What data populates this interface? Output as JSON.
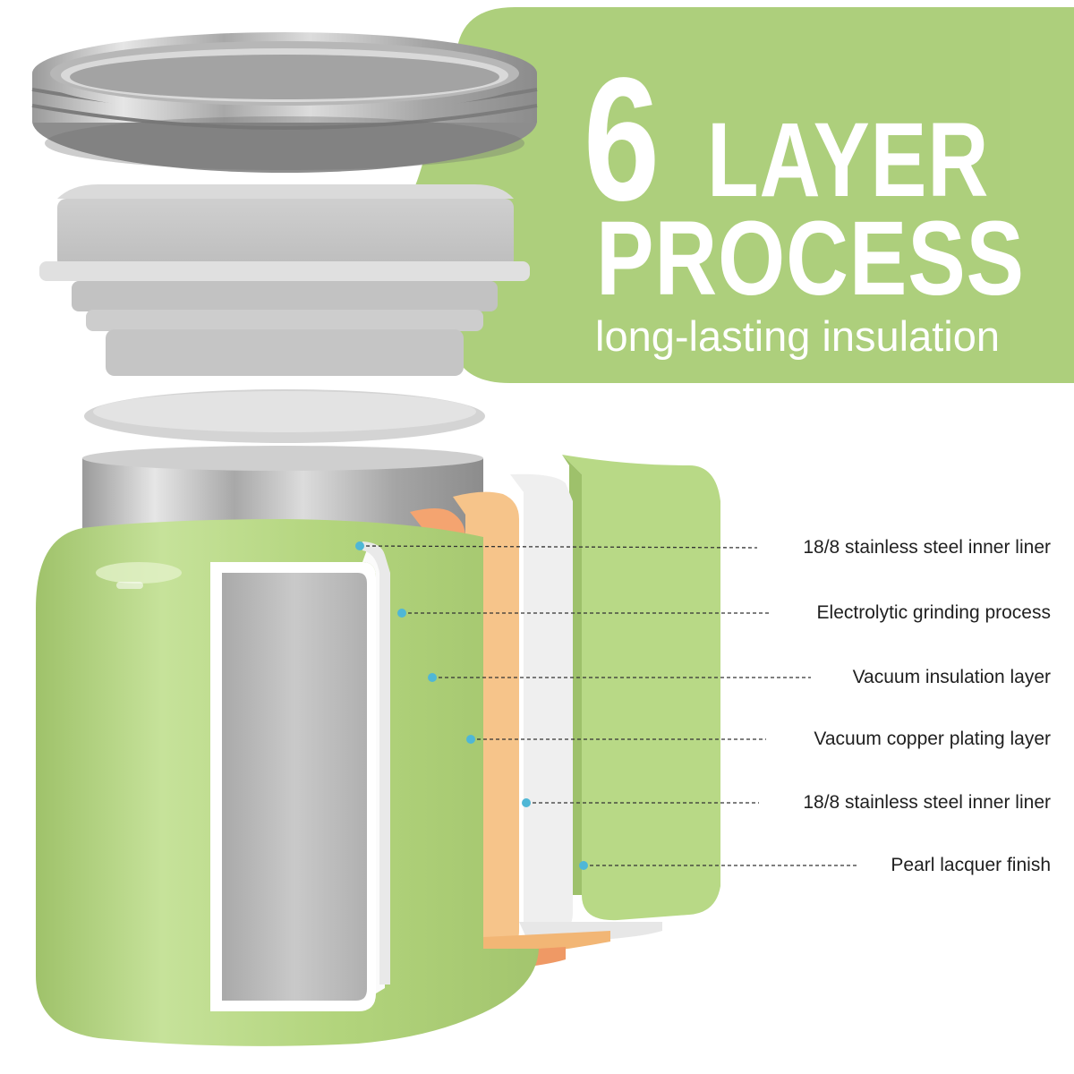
{
  "headline": {
    "number": "6",
    "word1": "LAYER",
    "word2": "PROCESS"
  },
  "subtitle": "long-lasting insulation",
  "layers": [
    {
      "label": "18/8 stainless steel inner liner"
    },
    {
      "label": "Electrolytic grinding process"
    },
    {
      "label": "Vacuum insulation layer"
    },
    {
      "label": "Vacuum copper plating layer"
    },
    {
      "label": "18/8 stainless steel inner liner"
    },
    {
      "label": "Pearl lacquer finish"
    }
  ],
  "colors": {
    "banner": "#adcf7c",
    "jar_body": "#b5d67e",
    "copper": "#f4a470",
    "light_orange": "#f6c48a",
    "steel": "#b9b9b9",
    "marker": "#4fb7d6"
  }
}
